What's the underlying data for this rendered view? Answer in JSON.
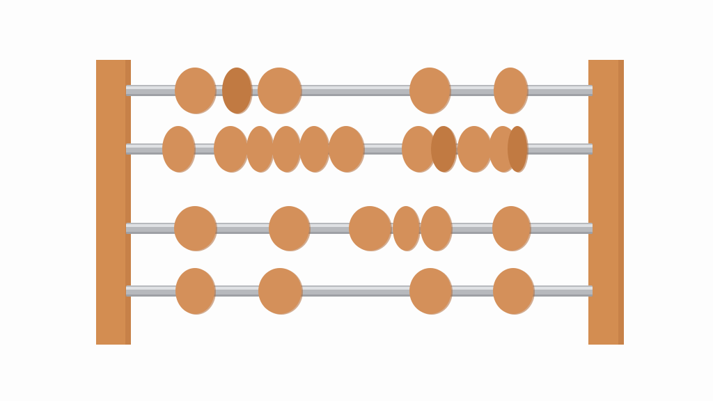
{
  "colors": {
    "background": "#fdfdfd",
    "frame": "#d38d51",
    "frame_shade": "#b8743d",
    "rod": "#b7b9bd",
    "rod_highlight": "#dfe1e4",
    "rod_shadow": "#8d9095",
    "bead": "#d4905a",
    "bead_dark": "#c17a42",
    "bead_shadow": "#b06a36"
  },
  "abacus": {
    "rods": [
      {
        "beads": [
          {
            "shade": "light"
          },
          {
            "shade": "dark"
          },
          {
            "shade": "light"
          },
          {
            "shade": "light"
          },
          {
            "shade": "light"
          }
        ]
      },
      {
        "beads": [
          {
            "shade": "light"
          },
          {
            "shade": "light"
          },
          {
            "shade": "light"
          },
          {
            "shade": "light"
          },
          {
            "shade": "light"
          },
          {
            "shade": "light"
          },
          {
            "shade": "light"
          },
          {
            "shade": "dark"
          },
          {
            "shade": "light"
          },
          {
            "shade": "light"
          },
          {
            "shade": "dark"
          }
        ]
      },
      {
        "beads": [
          {
            "shade": "light"
          },
          {
            "shade": "light"
          },
          {
            "shade": "light"
          },
          {
            "shade": "light"
          },
          {
            "shade": "light"
          },
          {
            "shade": "light"
          }
        ]
      },
      {
        "beads": [
          {
            "shade": "light"
          },
          {
            "shade": "light"
          },
          {
            "shade": "light"
          },
          {
            "shade": "light"
          }
        ]
      }
    ]
  }
}
